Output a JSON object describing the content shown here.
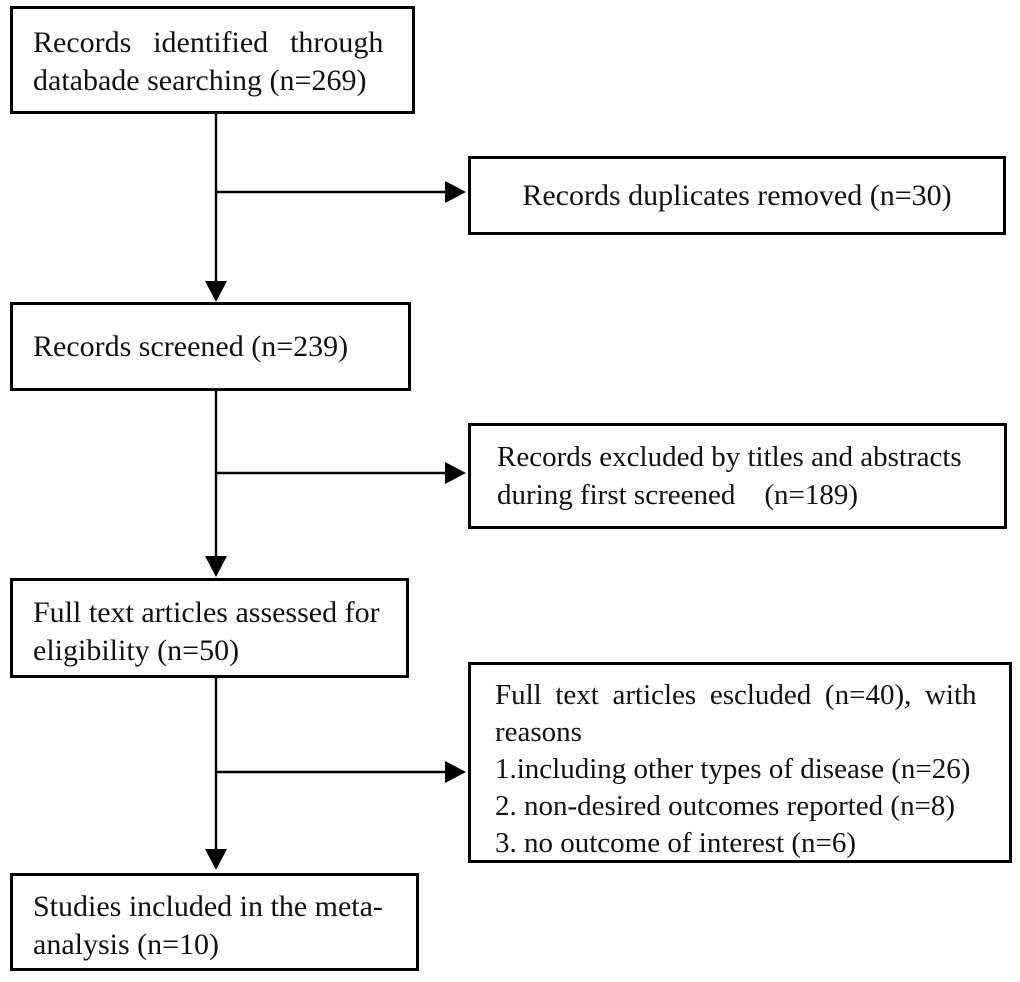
{
  "diagram": {
    "type": "flowchart",
    "subject": "study-selection-flow",
    "colors": {
      "border": "#000000",
      "background": "#ffffff",
      "text": "#111111",
      "arrow": "#000000"
    },
    "boxes": [
      {
        "id": "records-identified",
        "lines": [
          "Records identified through",
          "databade searching (n=269)"
        ],
        "n": 269
      },
      {
        "id": "duplicates-removed",
        "lines": [
          "Records duplicates removed (n=30)"
        ],
        "n": 30
      },
      {
        "id": "records-screened",
        "lines": [
          "Records screened (n=239)"
        ],
        "n": 239
      },
      {
        "id": "records-excluded-titles-abstracts",
        "lines": [
          "Records excluded by titles and abstracts",
          "during first screened    (n=189)"
        ],
        "n": 189
      },
      {
        "id": "fulltext-assessed",
        "lines": [
          "Full text articles assessed for",
          "eligibility (n=50)"
        ],
        "n": 50
      },
      {
        "id": "fulltext-excluded",
        "lines": [
          "Full text articles escluded (n=40), with",
          "reasons",
          "1.including other types of disease (n=26)",
          "2. non-desired outcomes reported (n=8)",
          "3. no outcome of interest (n=6)"
        ],
        "n": 40
      },
      {
        "id": "studies-included",
        "lines": [
          "Studies included in the meta-",
          "analysis (n=10)"
        ],
        "n": 10
      }
    ]
  }
}
